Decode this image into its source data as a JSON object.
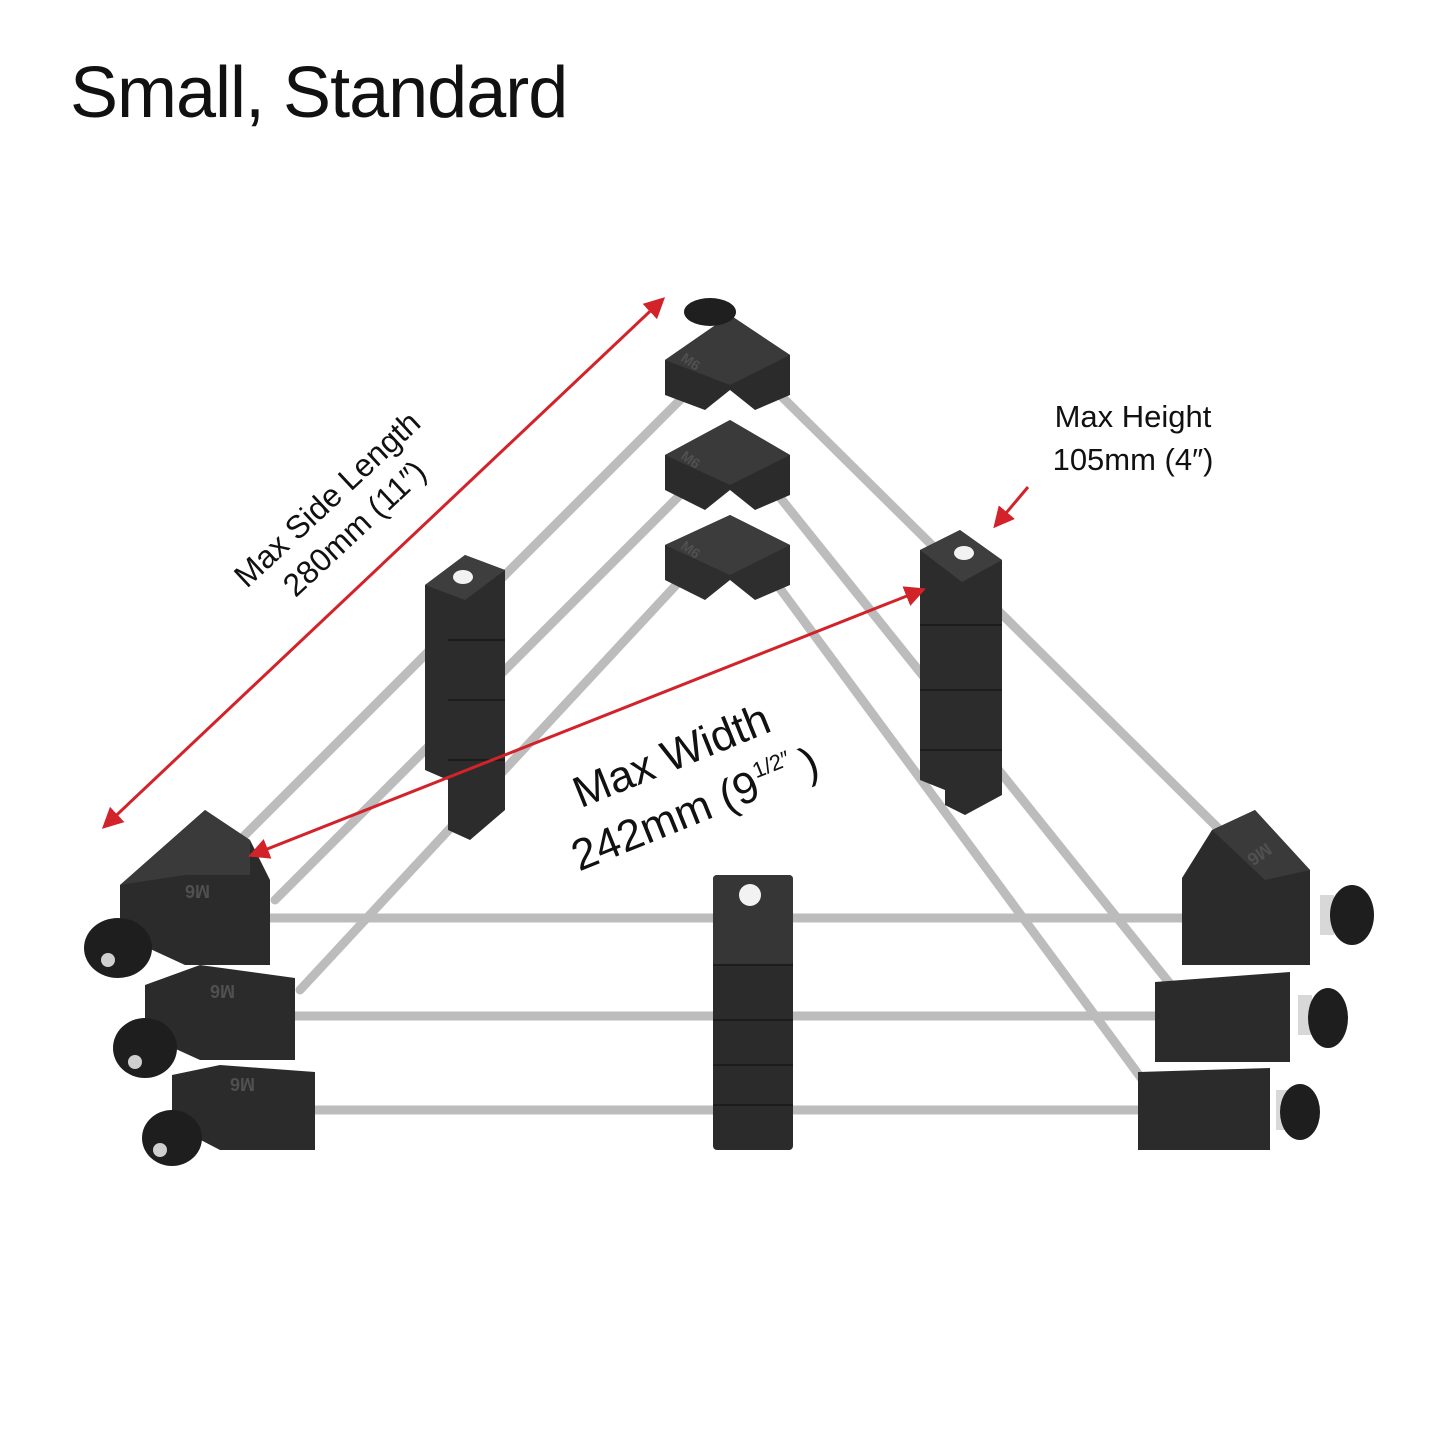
{
  "title": "Small, Standard",
  "labels": {
    "side_length_line1": "Max Side Length",
    "side_length_line2": "280mm (11″)",
    "height_line1": "Max Height",
    "height_line2": "105mm (4″)",
    "width_line1": "Max Width",
    "width_line2_main": "242mm (9",
    "width_line2_frac": "1/2″",
    "width_line2_close": ")"
  },
  "emboss": {
    "thread": "M6"
  },
  "colors": {
    "arrow": "#d2232a",
    "block": "#2b2b2b",
    "rod": "#c4c4c4",
    "text": "#111111"
  }
}
